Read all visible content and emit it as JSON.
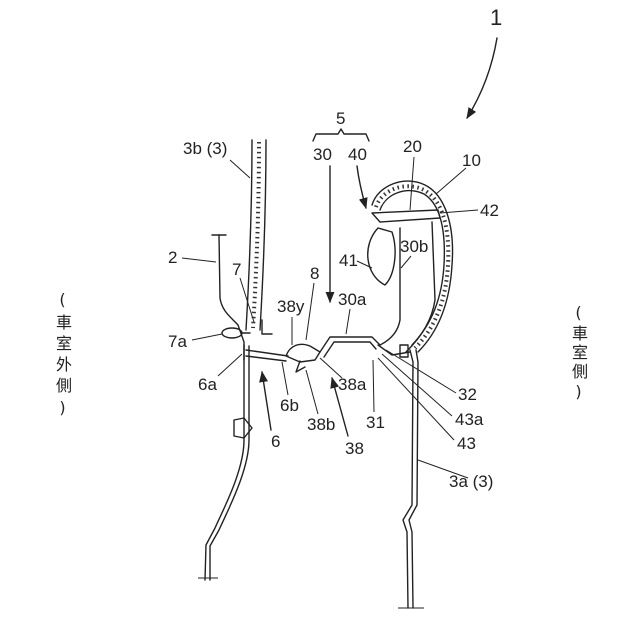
{
  "labels": {
    "ref_1": "1",
    "ref_5": "5",
    "ref_30": "30",
    "ref_40": "40",
    "ref_20": "20",
    "ref_10": "10",
    "ref_42": "42",
    "ref_3b": "3b (3)",
    "ref_30b": "30b",
    "ref_2": "2",
    "ref_41": "41",
    "ref_7": "7",
    "ref_8": "8",
    "ref_38y": "38y",
    "ref_30a": "30a",
    "ref_7a": "7a",
    "ref_6a": "6a",
    "ref_38a": "38a",
    "ref_32": "32",
    "ref_6b": "6b",
    "ref_31": "31",
    "ref_43a": "43a",
    "ref_38b": "38b",
    "ref_38": "38",
    "ref_6": "6",
    "ref_43": "43",
    "ref_3a": "3a (3)"
  },
  "side_labels": {
    "vehicle_exterior": "(車室外側)",
    "vehicle_interior": "(車室側)"
  },
  "colors": {
    "line": "#222222",
    "background": "#ffffff"
  }
}
